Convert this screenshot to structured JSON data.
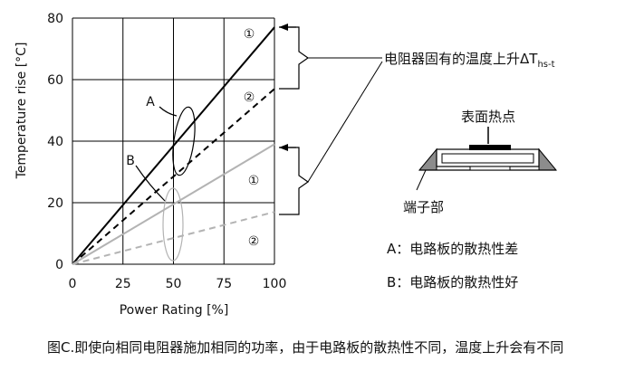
{
  "chart_data": {
    "type": "line",
    "xlabel": "Power Rating [%]",
    "ylabel": "Temperature rise [°C]",
    "xlim": [
      0,
      100
    ],
    "ylim": [
      0,
      80
    ],
    "x_ticks": [
      0,
      25,
      50,
      75,
      100
    ],
    "y_ticks": [
      0,
      20,
      40,
      60,
      80
    ],
    "grid": true,
    "series": [
      {
        "x": [
          0,
          100
        ],
        "y": [
          0,
          77
        ],
        "style": "solid",
        "color": "#000000"
      },
      {
        "x": [
          0,
          100
        ],
        "y": [
          0,
          57
        ],
        "style": "dashed",
        "color": "#000000"
      },
      {
        "x": [
          0,
          100
        ],
        "y": [
          0,
          39
        ],
        "style": "solid",
        "color": "#b3b3b3"
      },
      {
        "x": [
          0,
          100
        ],
        "y": [
          0,
          17
        ],
        "style": "dashed",
        "color": "#b3b3b3"
      }
    ],
    "annotations": {
      "circled_1": "①",
      "circled_2": "②",
      "group_a": "A",
      "group_b": "B",
      "bracket_label": "电阻器固有的温度上升ΔT",
      "bracket_label_sub": "hs-t"
    }
  },
  "resistor_diagram": {
    "hotspot_label": "表面热点",
    "terminal_label": "端子部"
  },
  "legend": {
    "a": "A：电路板的散热性差",
    "b": "B：电路板的散热性好"
  },
  "caption": "图C.即使向相同电阻器施加相同的功率，由于电路板的散热性不同，温度上升会有不同"
}
